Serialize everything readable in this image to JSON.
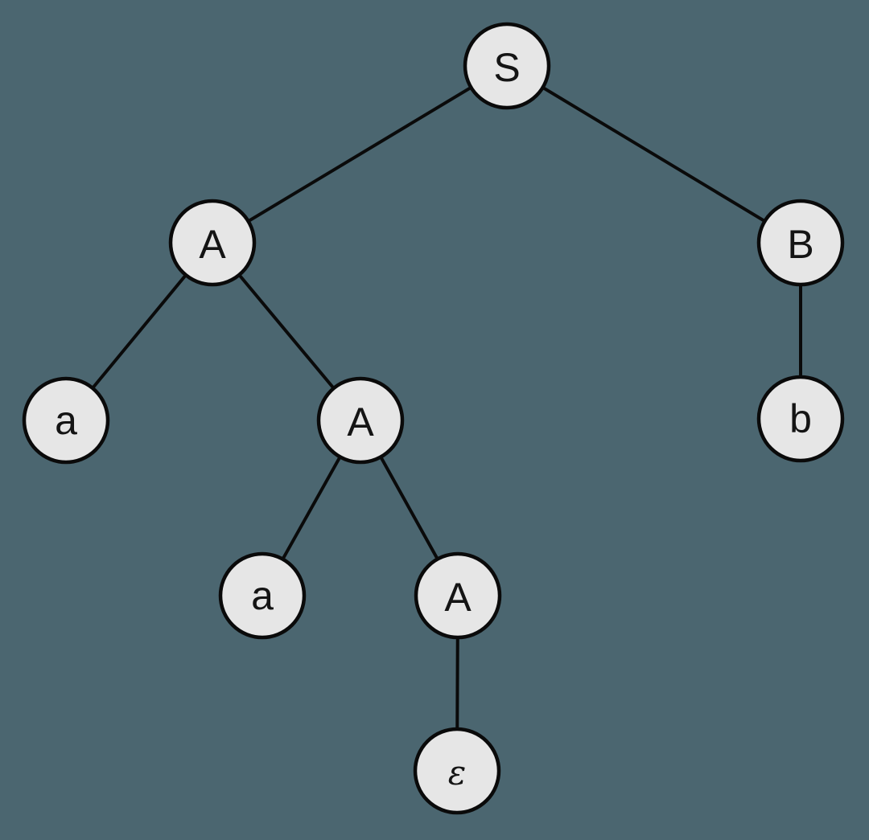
{
  "diagram": {
    "type": "tree",
    "description": "Parse tree (derivation tree) with root S deriving A and B; A derives a and A; inner A derives a and A; innermost A derives epsilon; B derives b",
    "colors": {
      "background": "#4B6670",
      "node_fill": "#E6E6E6",
      "node_stroke": "#0A0A0A",
      "edge": "#0A0A0A",
      "text": "#141414"
    },
    "nodes": [
      {
        "id": "S",
        "label": "S"
      },
      {
        "id": "A1",
        "label": "A"
      },
      {
        "id": "B",
        "label": "B"
      },
      {
        "id": "a1",
        "label": "a"
      },
      {
        "id": "A2",
        "label": "A"
      },
      {
        "id": "b",
        "label": "b"
      },
      {
        "id": "a2",
        "label": "a"
      },
      {
        "id": "A3",
        "label": "A"
      },
      {
        "id": "eps",
        "label": "ε"
      }
    ],
    "edges": [
      {
        "from": "S",
        "to": "A1"
      },
      {
        "from": "S",
        "to": "B"
      },
      {
        "from": "A1",
        "to": "a1"
      },
      {
        "from": "A1",
        "to": "A2"
      },
      {
        "from": "B",
        "to": "b"
      },
      {
        "from": "A2",
        "to": "a2"
      },
      {
        "from": "A2",
        "to": "A3"
      },
      {
        "from": "A3",
        "to": "eps"
      }
    ]
  }
}
